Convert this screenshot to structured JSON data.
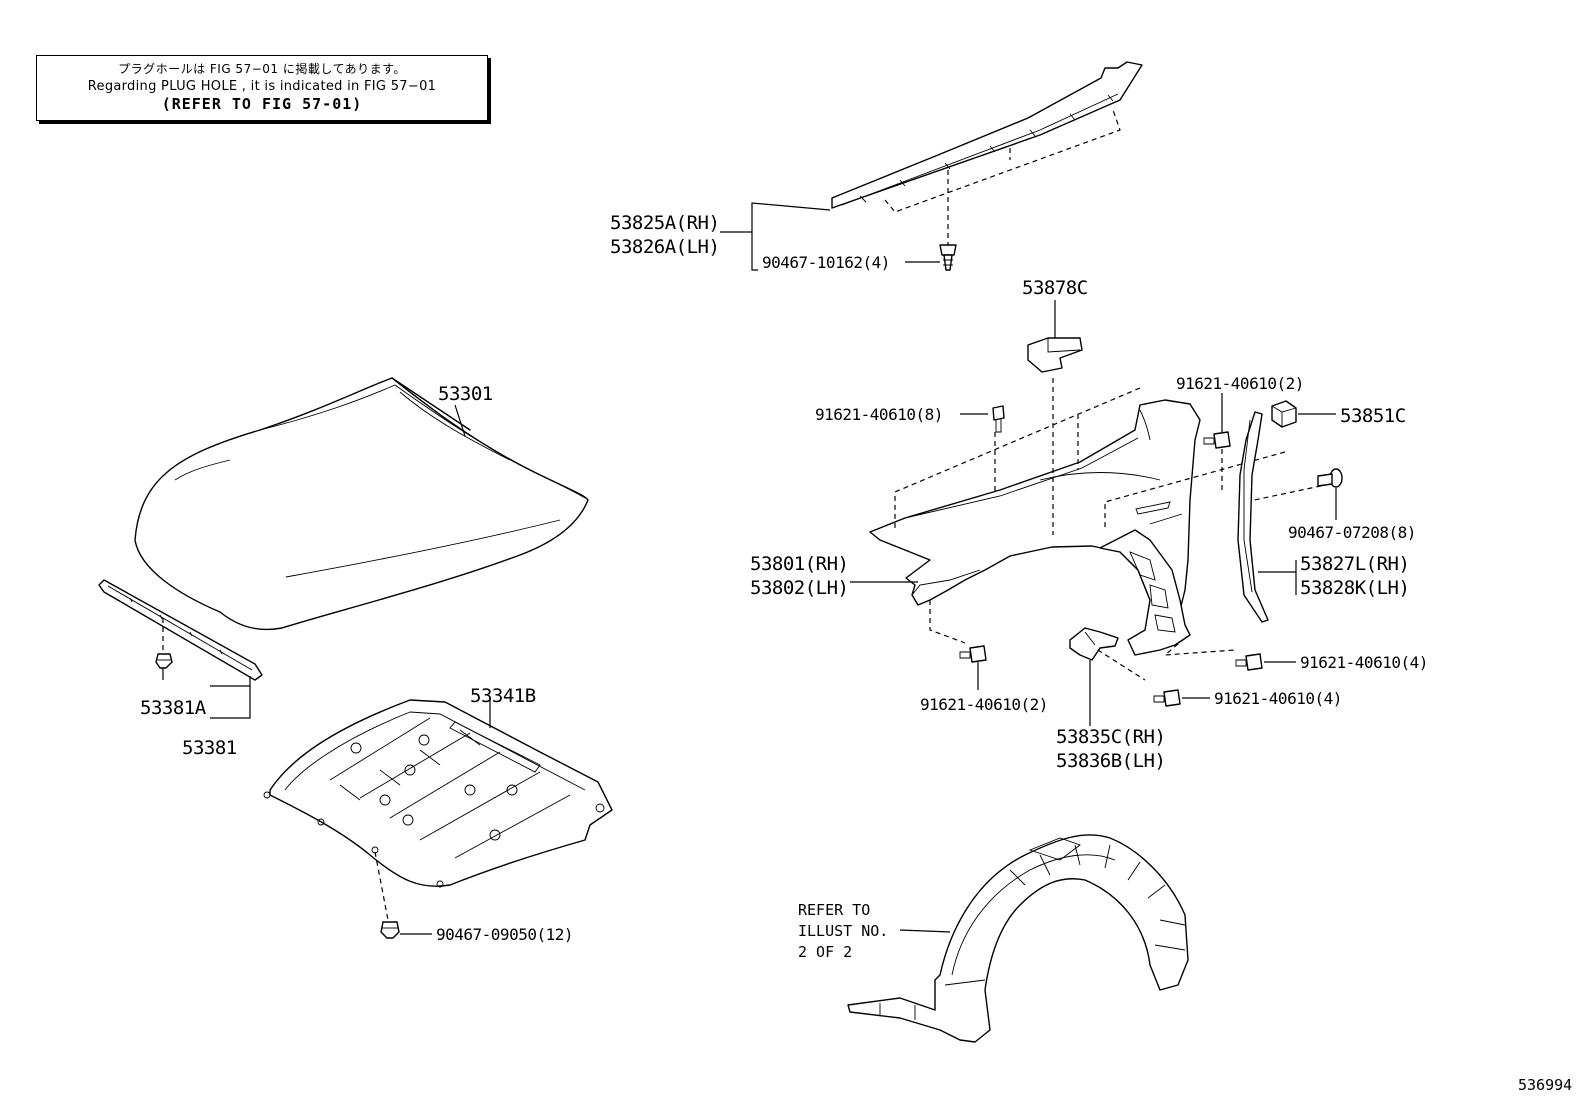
{
  "note": {
    "line1": "プラグホールは FIG 57−01 に掲載してあります。",
    "line2": "Regarding  PLUG  HOLE , it is indicated in FIG  57−01",
    "line3": "(REFER TO FIG 57-01)"
  },
  "labels": {
    "p53825A": "53825A(RH)",
    "p53826A": "53826A(LH)",
    "p90467_10162": "90467-10162(4)",
    "p53878C": "53878C",
    "p91621_2_top": "91621-40610(2)",
    "p91621_8": "91621-40610(8)",
    "p53851C": "53851C",
    "p53301": "53301",
    "p90467_07208": "90467-07208(8)",
    "p53801": "53801(RH)",
    "p53802": "53802(LH)",
    "p53827L": "53827L(RH)",
    "p53828K": "53828K(LH)",
    "p91621_4_right": "91621-40610(4)",
    "p91621_4_mid": "91621-40610(4)",
    "p91621_2_bottom": "91621-40610(2)",
    "p53835C": "53835C(RH)",
    "p53836B": "53836B(LH)",
    "p53381A": "53381A",
    "p53381": "53381",
    "p53341B": "53341B",
    "p90467_09050": "90467-09050(12)",
    "refer1": "REFER TO",
    "refer2": "ILLUST NO.",
    "refer3": "2 OF 2",
    "figure_id": "536994"
  }
}
